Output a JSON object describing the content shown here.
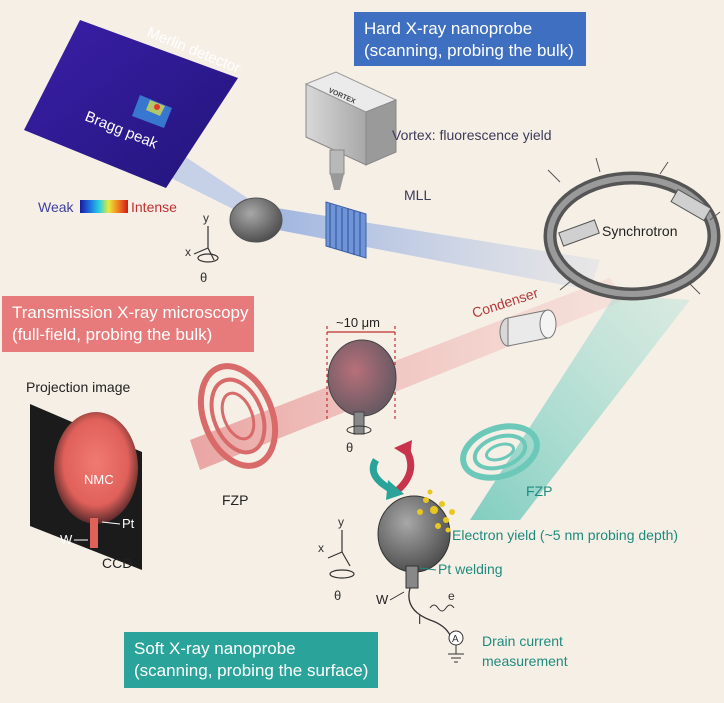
{
  "boxes": {
    "hard": {
      "line1": "Hard X-ray nanoprobe",
      "line2": "(scanning, probing the bulk)"
    },
    "transmission": {
      "line1": "Transmission X-ray microscopy",
      "line2": "(full-field, probing the bulk)"
    },
    "soft": {
      "line1": "Soft X-ray nanoprobe",
      "line2": "(scanning, probing the surface)"
    }
  },
  "labels": {
    "merlin": "Merlin detector",
    "bragg": "Bragg peak",
    "weak": "Weak",
    "intense": "Intense",
    "vortex": "Vortex: fluorescence yield",
    "mll": "MLL",
    "synchrotron": "Synchrotron",
    "condenser": "Condenser",
    "scale": "~10 μm",
    "projection": "Projection image",
    "nmc": "NMC",
    "pt": "Pt",
    "w": "W",
    "ccd": "CCD",
    "fzp_left": "FZP",
    "fzp_right": "FZP",
    "theta_center": "θ",
    "electron_yield": "Electron yield (~5 nm probing depth)",
    "pt_welding": "Pt welding",
    "w_bottom": "W",
    "e": "e",
    "i": "I",
    "ammeter": "A",
    "drain1": "Drain current",
    "drain2": "measurement",
    "vortex_brand": "VORTEX"
  },
  "axes_top": {
    "x": "x",
    "y": "y",
    "theta": "θ"
  },
  "axes_bottom": {
    "x": "x",
    "y": "y",
    "theta": "θ"
  },
  "colors": {
    "background": "#f6efe6",
    "hard": "#3f6fc1",
    "transmission": "#e77a7a",
    "soft": "#2aa49a"
  }
}
